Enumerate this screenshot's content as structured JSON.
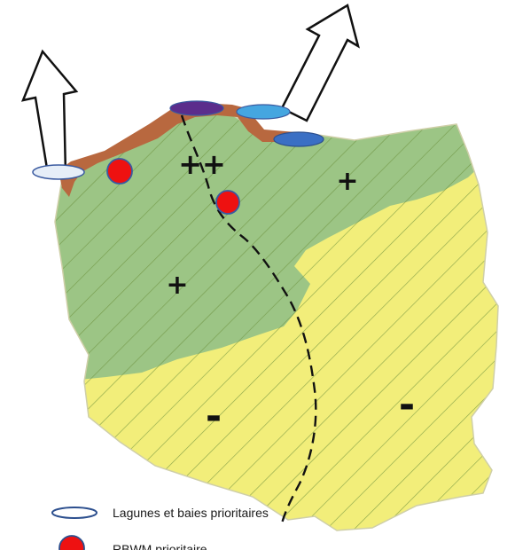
{
  "map": {
    "signs": [
      {
        "id": "north-center",
        "text": "++"
      },
      {
        "id": "north-east",
        "text": "+"
      },
      {
        "id": "center-west",
        "text": "+"
      },
      {
        "id": "south-west",
        "text": "-"
      },
      {
        "id": "south-east",
        "text": "-"
      }
    ],
    "colors": {
      "north_zone": "#9cc585",
      "south_zone": "#f2ee7a",
      "hatch": "#6b8f3a",
      "coast": "#b8683f",
      "rbwm": "#ee1111",
      "lagoon_white": "#e6eef8",
      "lagoon_purple": "#5b2d8c",
      "lagoon_cyan": "#45a6e0",
      "lagoon_blue": "#3a6fc4"
    }
  },
  "legend": {
    "lagoons_label": "Lagunes et baies prioritaires",
    "rbwm_label": "RBWM prioritaire"
  }
}
